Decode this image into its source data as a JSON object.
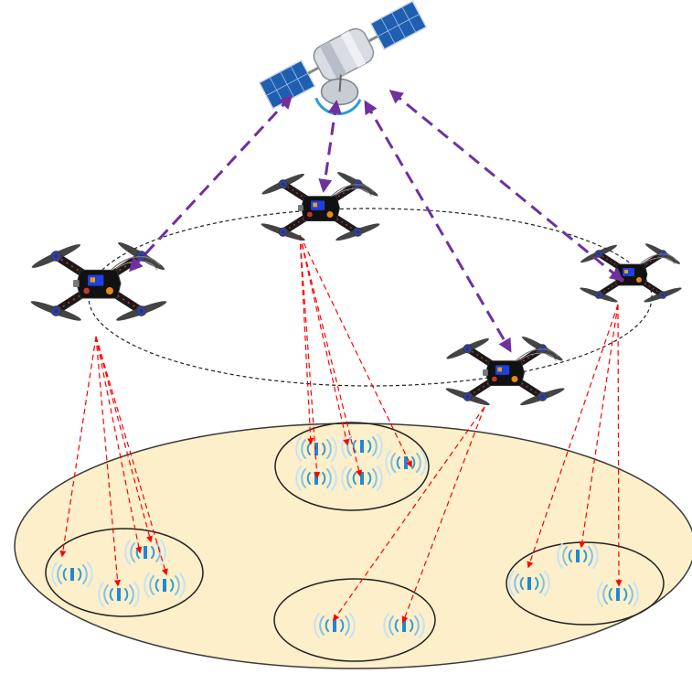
{
  "diagram": {
    "nodes": [
      {
        "id": "satellite",
        "kind": "satellite",
        "icon": "satellite-icon"
      },
      {
        "id": "uav-1",
        "kind": "uav",
        "icon": "quadcopter-icon"
      },
      {
        "id": "uav-2",
        "kind": "uav",
        "icon": "quadcopter-icon"
      },
      {
        "id": "uav-3",
        "kind": "uav",
        "icon": "quadcopter-icon"
      },
      {
        "id": "uav-4",
        "kind": "uav",
        "icon": "quadcopter-icon"
      },
      {
        "id": "ground-area",
        "kind": "coverage-area"
      },
      {
        "id": "cluster-left",
        "kind": "device-cluster",
        "device_count": 4,
        "icon": "wireless-signal-icon"
      },
      {
        "id": "cluster-top",
        "kind": "device-cluster",
        "device_count": 5,
        "icon": "wireless-signal-icon"
      },
      {
        "id": "cluster-bottom",
        "kind": "device-cluster",
        "device_count": 2,
        "icon": "wireless-signal-icon"
      },
      {
        "id": "cluster-right",
        "kind": "device-cluster",
        "device_count": 3,
        "icon": "wireless-signal-icon"
      }
    ],
    "links": {
      "satellite_uav": {
        "style": "dashed",
        "direction": "bidirectional",
        "color": "#7030a0",
        "pairs": [
          [
            "satellite",
            "uav-1"
          ],
          [
            "satellite",
            "uav-2"
          ],
          [
            "satellite",
            "uav-3"
          ],
          [
            "satellite",
            "uav-4"
          ]
        ]
      },
      "uav_ground": {
        "style": "dashed",
        "direction": "uav-to-device",
        "color": "#ff0000",
        "pairs": [
          [
            "uav-1",
            "cluster-left"
          ],
          [
            "uav-2",
            "cluster-top"
          ],
          [
            "uav-3",
            "cluster-right"
          ],
          [
            "uav-4",
            "cluster-bottom"
          ]
        ]
      }
    },
    "uav_orbit": {
      "style": "dashed",
      "color": "#000000"
    },
    "colors": {
      "ground": "#fdefc9",
      "satellite_link": "#7030a0",
      "ground_link": "#ff0000",
      "device_signal": "#2e9bd6"
    }
  }
}
